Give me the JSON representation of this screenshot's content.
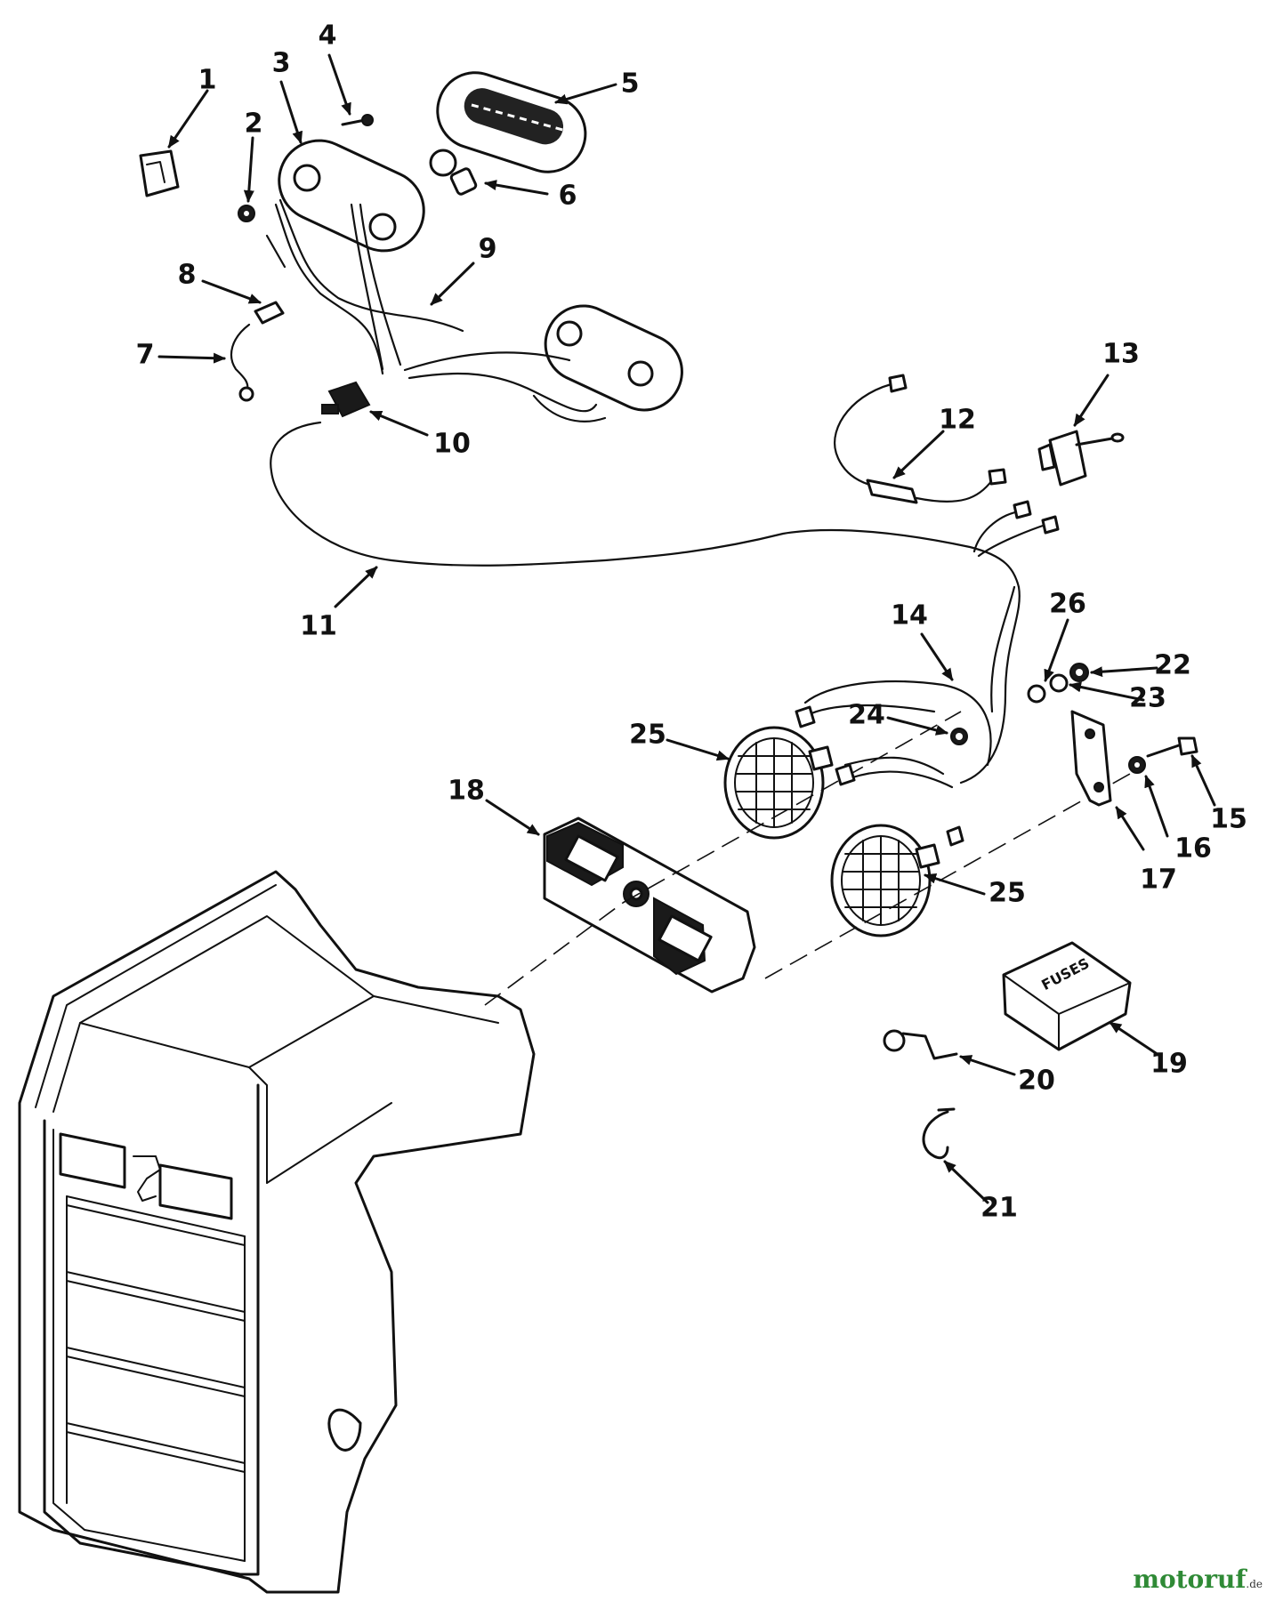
{
  "callouts": {
    "c1": "1",
    "c2": "2",
    "c3": "3",
    "c4": "4",
    "c5": "5",
    "c6": "6",
    "c7": "7",
    "c8": "8",
    "c9": "9",
    "c10": "10",
    "c11": "11",
    "c12": "12",
    "c13": "13",
    "c14": "14",
    "c15": "15",
    "c16": "16",
    "c17": "17",
    "c18": "18",
    "c19": "19",
    "c20": "20",
    "c21": "21",
    "c22": "22",
    "c23": "23",
    "c24": "24",
    "c25a": "25",
    "c25b": "25",
    "c26": "26"
  },
  "fuse_box_text": "FUSES",
  "watermark": {
    "main": "motoruf",
    "suffix": ".de",
    "color": "#2f8a36"
  }
}
